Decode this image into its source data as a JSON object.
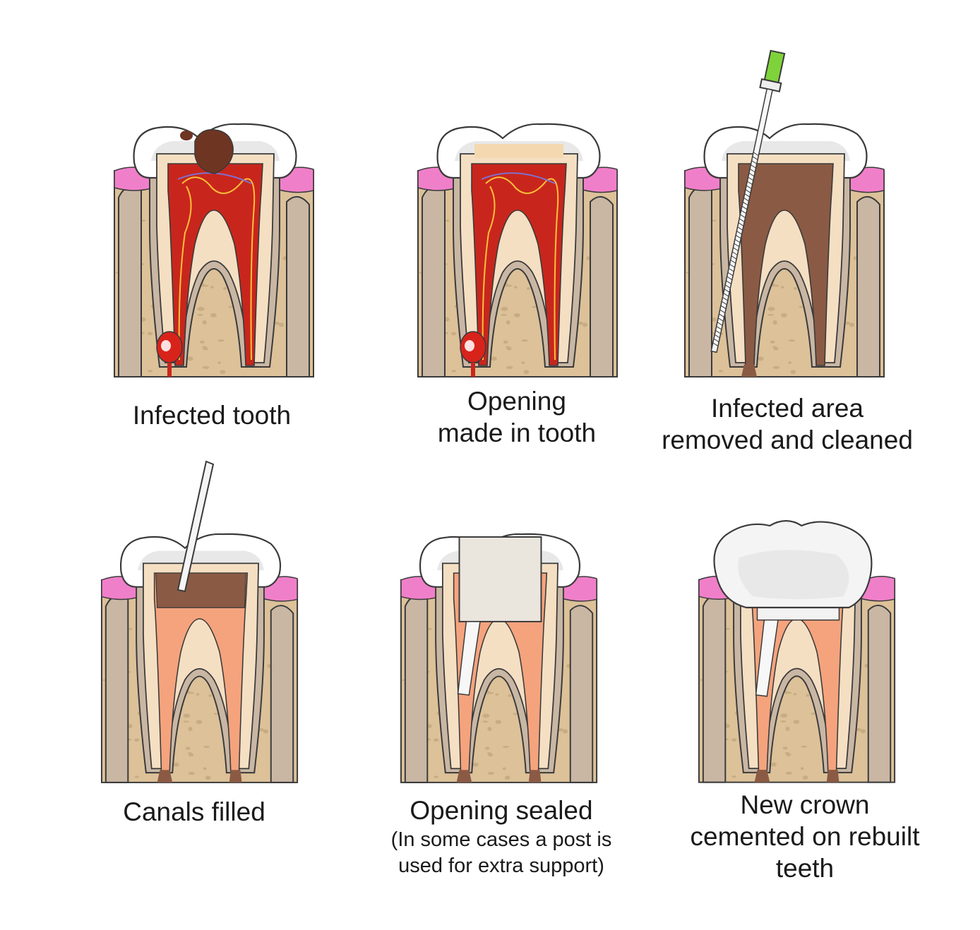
{
  "colors": {
    "bone": "#dcc199",
    "bone_speckle": "#b89b70",
    "gum": "#f07fc9",
    "root_outer": "#c9b7a4",
    "dentin": "#f5dfc3",
    "enamel": "#ffffff",
    "enamel_shadow": "#d9d9d9",
    "pulp_infected": "#c8261c",
    "pulp_cleaned": "#8a5a44",
    "filling": "#f4a37d",
    "seal": "#eae5dd",
    "decay": "#6e3522",
    "file_handle": "#7fd33a",
    "outline": "#3a3a3a"
  },
  "steps": [
    {
      "id": "infected",
      "caption_lines": [
        "Infected tooth"
      ],
      "sub_lines": []
    },
    {
      "id": "opening",
      "caption_lines": [
        "Opening",
        "made in tooth"
      ],
      "sub_lines": []
    },
    {
      "id": "cleaned",
      "caption_lines": [
        "Infected area",
        "removed and cleaned"
      ],
      "sub_lines": []
    },
    {
      "id": "filled",
      "caption_lines": [
        "Canals filled"
      ],
      "sub_lines": []
    },
    {
      "id": "sealed",
      "caption_lines": [
        "Opening sealed"
      ],
      "sub_lines": [
        "(In some cases a post is",
        "used for extra support)"
      ]
    },
    {
      "id": "crown",
      "caption_lines": [
        "New crown",
        "cemented on rebuilt",
        "teeth"
      ],
      "sub_lines": []
    }
  ]
}
